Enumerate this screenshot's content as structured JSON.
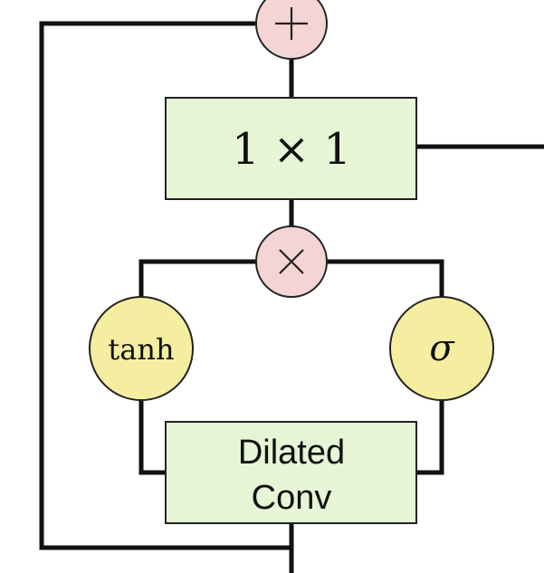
{
  "colors": {
    "box_fill": "#e6f5d5",
    "add_fill": "#f4d4d4",
    "mul_fill": "#f4d4d4",
    "activation_fill": "#f5eea0",
    "wire": "#111111"
  },
  "blocks": {
    "conv1x1": {
      "label": "1 × 1"
    },
    "dilated_conv": {
      "line1": "Dilated",
      "line2": "Conv"
    }
  },
  "operators": {
    "add": {
      "symbol": "plus-icon"
    },
    "multiply": {
      "symbol": "times-icon"
    }
  },
  "activations": {
    "tanh": {
      "label": "tanh"
    },
    "sigmoid": {
      "label": "σ"
    }
  }
}
